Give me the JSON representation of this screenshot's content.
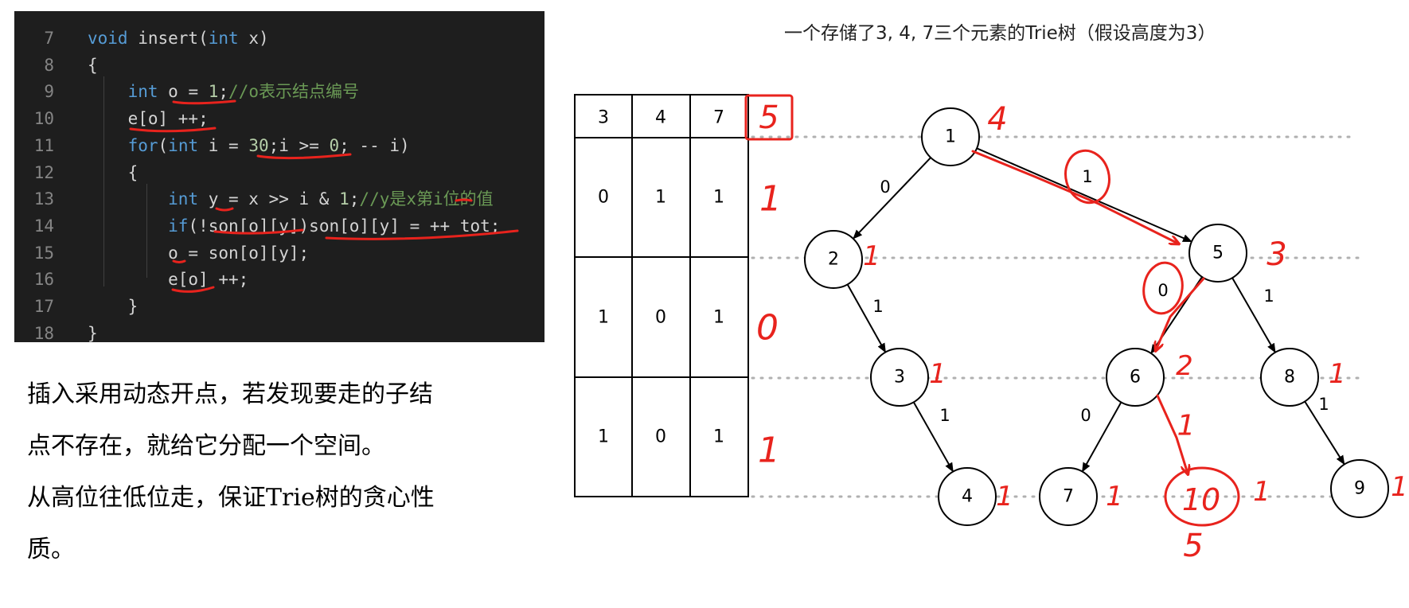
{
  "code": {
    "lines": [
      {
        "no": "7",
        "text": "void insert(int x)"
      },
      {
        "no": "8",
        "text": "{"
      },
      {
        "no": "9",
        "text": "    int o = 1;//o表示结点编号"
      },
      {
        "no": "10",
        "text": "    e[o] ++;"
      },
      {
        "no": "11",
        "text": "    for(int i = 30;i >= 0; -- i)"
      },
      {
        "no": "12",
        "text": "    {"
      },
      {
        "no": "13",
        "text": "        int y = x >> i & 1;//y是x第i位的值"
      },
      {
        "no": "14",
        "text": "        if(!son[o][y])son[o][y] = ++ tot;"
      },
      {
        "no": "15",
        "text": "        o = son[o][y];"
      },
      {
        "no": "16",
        "text": "        e[o] ++;"
      },
      {
        "no": "17",
        "text": "    }"
      },
      {
        "no": "18",
        "text": "}"
      }
    ],
    "colors": {
      "keyword": "#569cd6",
      "comment": "#6a9955",
      "number": "#b5cea8",
      "text": "#d4d4d4",
      "line_number": "#858585",
      "background": "#1e1e1e"
    }
  },
  "description": {
    "line1": "插入采用动态开点，若发现要走的子结",
    "line2": "点不存在，就给它分配一个空间。",
    "line3": "从高位往低位走，保证Trie树的贪心性",
    "line4": "质。"
  },
  "figure": {
    "title": "一个存储了3, 4, 7三个元素的Trie树（假设高度为3）",
    "table": {
      "header": [
        "3",
        "4",
        "7"
      ],
      "rows": [
        [
          "0",
          "1",
          "1"
        ],
        [
          "1",
          "0",
          "1"
        ],
        [
          "1",
          "0",
          "1"
        ]
      ]
    },
    "nodes": [
      {
        "id": "1",
        "label": "1"
      },
      {
        "id": "2",
        "label": "2"
      },
      {
        "id": "5",
        "label": "5"
      },
      {
        "id": "3",
        "label": "3"
      },
      {
        "id": "6",
        "label": "6"
      },
      {
        "id": "8",
        "label": "8"
      },
      {
        "id": "4",
        "label": "4"
      },
      {
        "id": "7",
        "label": "7"
      },
      {
        "id": "9",
        "label": "9"
      }
    ],
    "edges": [
      {
        "from": "1",
        "to": "2",
        "label": "0"
      },
      {
        "from": "1",
        "to": "5",
        "label": "1"
      },
      {
        "from": "2",
        "to": "3",
        "label": "1"
      },
      {
        "from": "5",
        "to": "6",
        "label": "0"
      },
      {
        "from": "5",
        "to": "8",
        "label": "1"
      },
      {
        "from": "3",
        "to": "4",
        "label": "1"
      },
      {
        "from": "6",
        "to": "7",
        "label": "0"
      },
      {
        "from": "8",
        "to": "9",
        "label": "1"
      }
    ],
    "annotations": {
      "table_header_mark": "5",
      "row_bits": [
        "1",
        "0",
        "1"
      ],
      "node_counts": {
        "1": "4",
        "2": "1",
        "5": "3",
        "3": "1",
        "6": "2",
        "8": "1",
        "4": "1",
        "7": "1",
        "10": "1",
        "9": "1"
      },
      "new_node": "10",
      "new_node_count_below": "5",
      "new_node_edge_label": "1"
    },
    "ink_color": "#e8231d"
  }
}
